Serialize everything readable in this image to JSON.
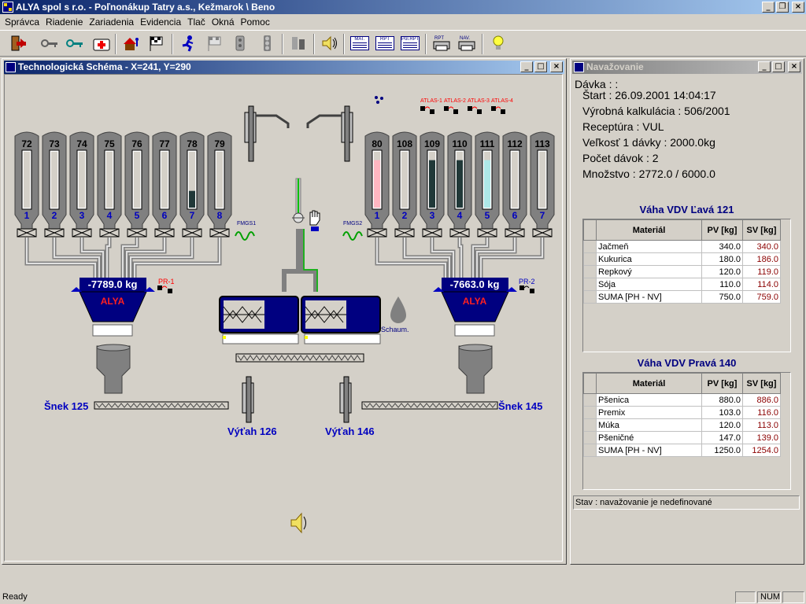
{
  "app": {
    "title": "ALYA spol s r.o. - Poľnonákup Tatry a.s., Kežmarok \\ Beno"
  },
  "window_buttons": {
    "minimize": "_",
    "restore": "❐",
    "close": "×"
  },
  "menu": [
    "Správca",
    "Riadenie",
    "Zariadenia",
    "Evidencia",
    "Tlač",
    "Okná",
    "Pomoc"
  ],
  "toolbar": {
    "icons": [
      "exit-icon",
      "key-icon",
      "key-teal-icon",
      "medkit-icon",
      "house-runner-icon",
      "runner-icon",
      "checkered-flag-icon",
      "runner-blue-icon",
      "checkered-flag-gray-icon",
      "gear-icon",
      "traffic-light-icon",
      "figures-icon",
      "speaker-icon",
      "report-mat-icon",
      "report-rpt-icon",
      "report-pol-rpt-icon",
      "print-rpt-icon",
      "print-nav-icon",
      "lightbulb-icon"
    ],
    "report_labels": {
      "mat": "MAT.",
      "rpt": "RPT",
      "pol_rpt": "Pol.RPT",
      "print_rpt": "RPT",
      "print_nav": "NAV."
    }
  },
  "scheme_window": {
    "title": "Technologická Schéma - X=241, Y=290",
    "left_silos": [
      {
        "top": "72",
        "bottom": "1"
      },
      {
        "top": "73",
        "bottom": "2"
      },
      {
        "top": "74",
        "bottom": "3"
      },
      {
        "top": "75",
        "bottom": "4"
      },
      {
        "top": "76",
        "bottom": "5"
      },
      {
        "top": "77",
        "bottom": "6"
      },
      {
        "top": "78",
        "bottom": "7"
      },
      {
        "top": "79",
        "bottom": "8"
      }
    ],
    "right_silos": [
      {
        "top": "80",
        "bottom": "1"
      },
      {
        "top": "108",
        "bottom": "2"
      },
      {
        "top": "109",
        "bottom": "3"
      },
      {
        "top": "110",
        "bottom": "4"
      },
      {
        "top": "111",
        "bottom": "5"
      },
      {
        "top": "112",
        "bottom": "6"
      },
      {
        "top": "113",
        "bottom": "7"
      }
    ],
    "left_scale": {
      "weight": "-7789.0 kg",
      "brand": "ALYA",
      "pr": "PR-1"
    },
    "right_scale": {
      "weight": "-7663.0 kg",
      "brand": "ALYA",
      "pr": "PR-2"
    },
    "fmgs1": "FMGS1",
    "fmgs2": "FMGS2",
    "atlas": [
      "ATLAS-1",
      "ATLAS-2",
      "ATLAS-3",
      "ATLAS-4"
    ],
    "schaum": "Schaum.",
    "snek_left": "Šnek 125",
    "snek_right": "Šnek 145",
    "vytah_left": "Výťah 126",
    "vytah_right": "Výťah 146",
    "colors": {
      "bg": "#d4d0c8",
      "blue": "#000080",
      "silo": "#808080",
      "pink": "#ffb6c1",
      "cyan": "#aee8e8",
      "dark": "#203838",
      "red": "#ff0000",
      "green": "#00a000"
    }
  },
  "dosing_window": {
    "title": "Navažovanie",
    "batch_label": "Dávka :  :",
    "start": "Štart : 26.09.2001 14:04:17",
    "calc": "Výrobná kalkulácia : 506/2001",
    "recipe": "Receptúra : VUL",
    "batch_size": "Veľkosť 1 dávky : 2000.0kg",
    "batch_count": "Počet dávok : 2",
    "amount": "Množstvo : 2772.0 / 6000.0",
    "left_scale_title": "Váha VDV Ľavá 121",
    "right_scale_title": "Váha VDV Pravá 140",
    "columns": [
      "Materiál",
      "PV [kg]",
      "SV [kg]"
    ],
    "left_rows": [
      [
        "Jačmeň",
        "340.0",
        "340.0"
      ],
      [
        "Kukurica",
        "180.0",
        "186.0"
      ],
      [
        "Repkový",
        "120.0",
        "119.0"
      ],
      [
        "Sója",
        "110.0",
        "114.0"
      ],
      [
        "SUMA [PH - NV]",
        "750.0",
        "759.0"
      ]
    ],
    "right_rows": [
      [
        "Pšenica",
        "880.0",
        "886.0"
      ],
      [
        "Premix",
        "103.0",
        "116.0"
      ],
      [
        "Múka",
        "120.0",
        "113.0"
      ],
      [
        "Pšeničné",
        "147.0",
        "139.0"
      ],
      [
        "SUMA [PH - NV]",
        "1250.0",
        "1254.0"
      ]
    ],
    "status": "Stav : navažovanie je nedefinované"
  },
  "statusbar": {
    "text": "Ready",
    "num": "NUM"
  }
}
